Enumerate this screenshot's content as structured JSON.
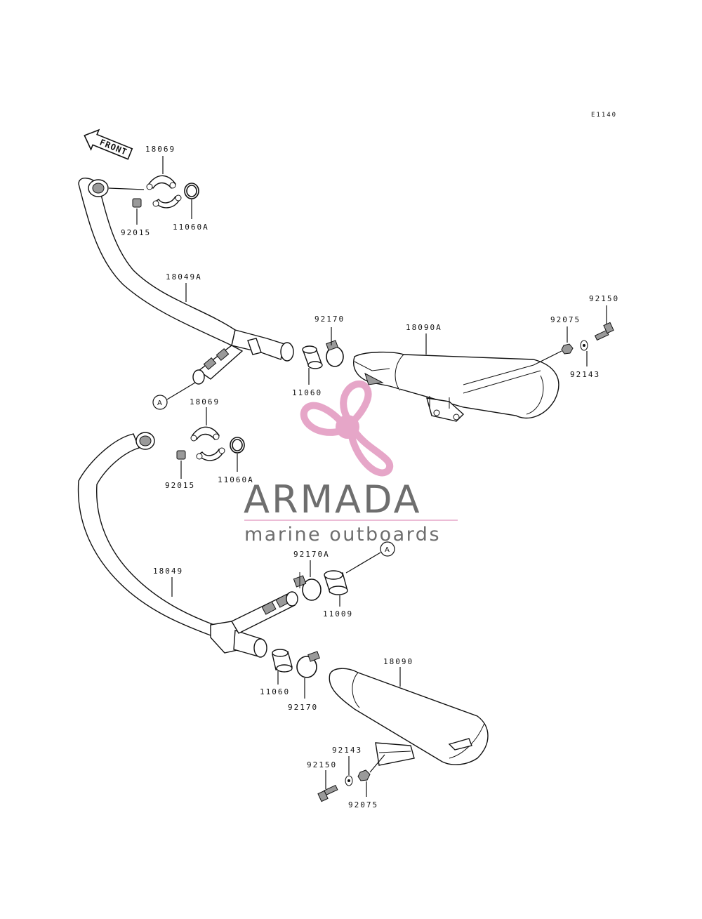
{
  "diagram_code": "E1140",
  "front_label": "FRONT",
  "reference_marker": "A",
  "part_labels": {
    "p18069_top": "18069",
    "p92015_top": "92015",
    "p11060A_top": "11060A",
    "p18049A": "18049A",
    "p92170_top": "92170",
    "p11060_top": "11060",
    "p18090A": "18090A",
    "p92075_top": "92075",
    "p92150_top": "92150",
    "p92143_top": "92143",
    "p18069_mid": "18069",
    "p92015_mid": "92015",
    "p11060A_mid": "11060A",
    "p18049": "18049",
    "p92170A": "92170A",
    "p11009": "11009",
    "p11060_bot": "11060",
    "p92170_bot": "92170",
    "p18090": "18090",
    "p92143_bot": "92143",
    "p92150_bot": "92150",
    "p92075_bot": "92075"
  },
  "watermark": {
    "brand": "ARMADA",
    "tagline": "marine outboards",
    "logo_color": "#e6a6c8",
    "text_color": "#6e6e6e"
  }
}
